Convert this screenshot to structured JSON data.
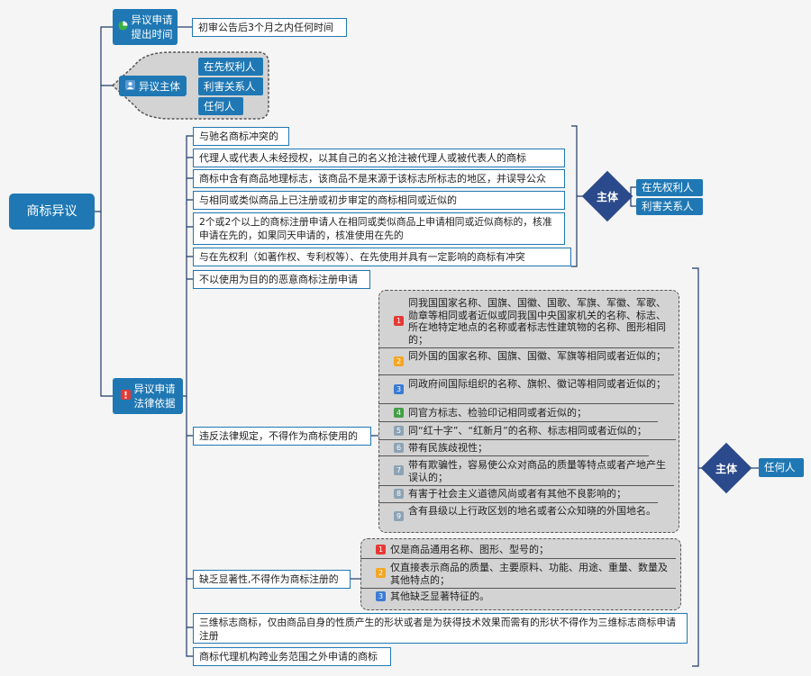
{
  "root": {
    "label": "商标异议"
  },
  "timing": {
    "label_line1": "异议申请",
    "label_line2": "提出时间",
    "value": "初审公告后3个月之内任何时间"
  },
  "subject": {
    "label": "异议主体",
    "items": [
      "在先权利人",
      "利害关系人",
      "任何人"
    ]
  },
  "basis": {
    "label_line1": "异议申请",
    "label_line2": "法律依据",
    "group1": [
      "与驰名商标冲突的",
      "代理人或代表人未经授权，以其自己的名义抢注被代理人或被代表人的商标",
      "商标中含有商品地理标志，该商品不是来源于该标志所标志的地区，并误导公众",
      "与相同或类似商品上已注册或初步审定的商标相同或近似的",
      "2个或2个以上的商标注册申请人在相同或类似商品上申请相同或近似商标的，核准申请在先的，如果同天申请的，核准使用在先的",
      "与在先权利（如著作权、专利权等）、在先使用并具有一定影响的商标有冲突"
    ],
    "group1_subject": {
      "label": "主体",
      "items": [
        "在先权利人",
        "利害关系人"
      ]
    },
    "bad_faith": "不以使用为目的的恶意商标注册申请",
    "violation": {
      "label": "违反法律规定，不得作为商标使用的",
      "items": [
        {
          "num": "1",
          "text": "同我国国家名称、国旗、国徽、国歌、军旗、军徽、军歌、勋章等相同或者近似或同我国中央国家机关的名称、标志、所在地特定地点的名称或者标志性建筑物的名称、图形相同的；"
        },
        {
          "num": "2",
          "text": "同外国的国家名称、国旗、国徽、军旗等相同或者近似的；"
        },
        {
          "num": "3",
          "text": "同政府间国际组织的名称、旗帜、徽记等相同或者近似的；"
        },
        {
          "num": "4",
          "text": "同官方标志、检验印记相同或者近似的；"
        },
        {
          "num": "5",
          "text": "同“红十字”、“红新月”的名称、标志相同或者近似的；"
        },
        {
          "num": "6",
          "text": "带有民族歧视性；"
        },
        {
          "num": "7",
          "text": "带有欺骗性，容易使公众对商品的质量等特点或者产地产生误认的；"
        },
        {
          "num": "8",
          "text": "有害于社会主义道德风尚或者有其他不良影响的；"
        },
        {
          "num": "9",
          "text": "含有县级以上行政区划的地名或者公众知晓的外国地名。"
        }
      ]
    },
    "distinct": {
      "label": "缺乏显著性,不得作为商标注册的",
      "items": [
        {
          "num": "1",
          "text": "仅是商品通用名称、图形、型号的；"
        },
        {
          "num": "2",
          "text": "仅直接表示商品的质量、主要原料、功能、用途、重量、数量及其他特点的；"
        },
        {
          "num": "3",
          "text": "其他缺乏显著特征的。"
        }
      ]
    },
    "three_d": "三维标志商标，仅由商品自身的性质产生的形状或者是为获得技术效果而需有的形状不得作为三维标志商标申请注册",
    "agency": "商标代理机构跨业务范围之外申请的商标",
    "group2_subject": {
      "label": "主体",
      "item": "任何人"
    }
  },
  "colors": {
    "blue": "#1f78b4",
    "diamond": "#2b4a8b",
    "num": [
      "#e53935",
      "#f5a623",
      "#3a7bd5",
      "#43a047",
      "#3a7bd5",
      "#8da3b5",
      "#8da3b5",
      "#8da3b5",
      "#8da3b5"
    ],
    "num2": [
      "#e53935",
      "#f5a623",
      "#3a7bd5"
    ]
  }
}
